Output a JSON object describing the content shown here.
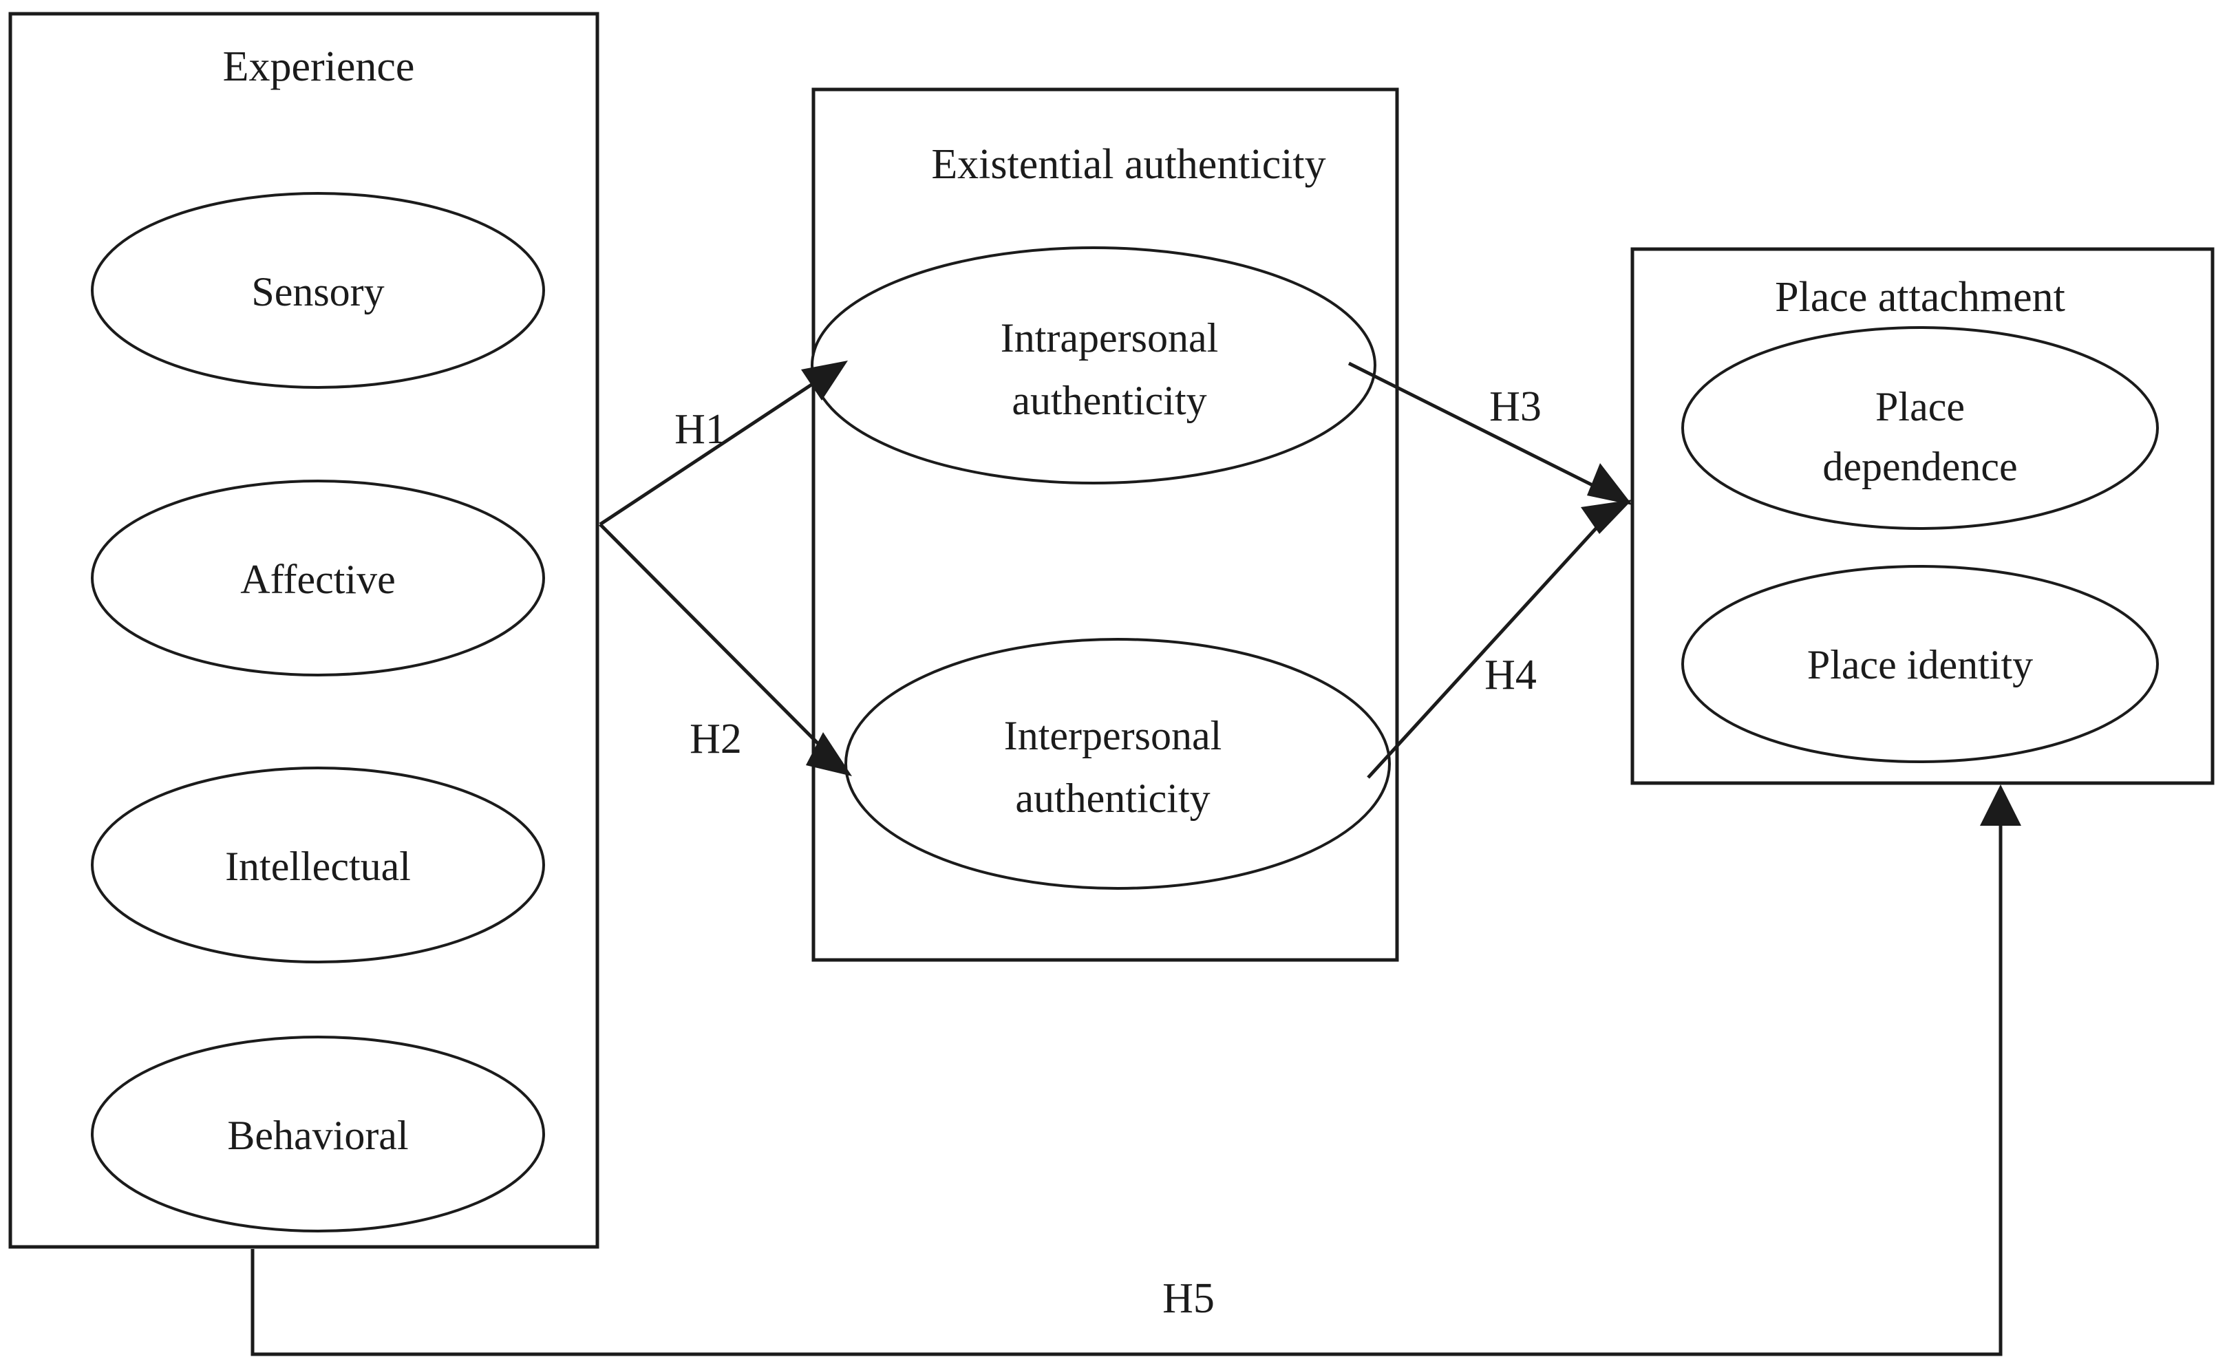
{
  "figure": {
    "type": "conceptual-model-diagram",
    "background_color": "#ffffff",
    "line_color": "#1b1b1b"
  },
  "groups": {
    "experience": {
      "title": "Experience",
      "nodes": [
        {
          "label": "Sensory"
        },
        {
          "label": "Affective"
        },
        {
          "label": "Intellectual"
        },
        {
          "label": "Behavioral"
        }
      ]
    },
    "existential": {
      "title": "Existential authenticity",
      "nodes": [
        {
          "line1": "Intrapersonal",
          "line2": "authenticity"
        },
        {
          "line1": "Interpersonal",
          "line2": "authenticity"
        }
      ]
    },
    "attachment": {
      "title": "Place attachment",
      "nodes": [
        {
          "line1": "Place",
          "line2": "dependence"
        },
        {
          "line1": "Place identity",
          "line2": ""
        }
      ]
    }
  },
  "hypotheses": [
    {
      "id": "H1",
      "label": "H1",
      "from": "Experience",
      "to": "Intrapersonal authenticity"
    },
    {
      "id": "H2",
      "label": "H2",
      "from": "Experience",
      "to": "Interpersonal authenticity"
    },
    {
      "id": "H3",
      "label": "H3",
      "from": "Intrapersonal authenticity",
      "to": "Place attachment"
    },
    {
      "id": "H4",
      "label": "H4",
      "from": "Interpersonal authenticity",
      "to": "Place attachment"
    },
    {
      "id": "H5",
      "label": "H5",
      "from": "Experience",
      "to": "Place attachment"
    }
  ]
}
